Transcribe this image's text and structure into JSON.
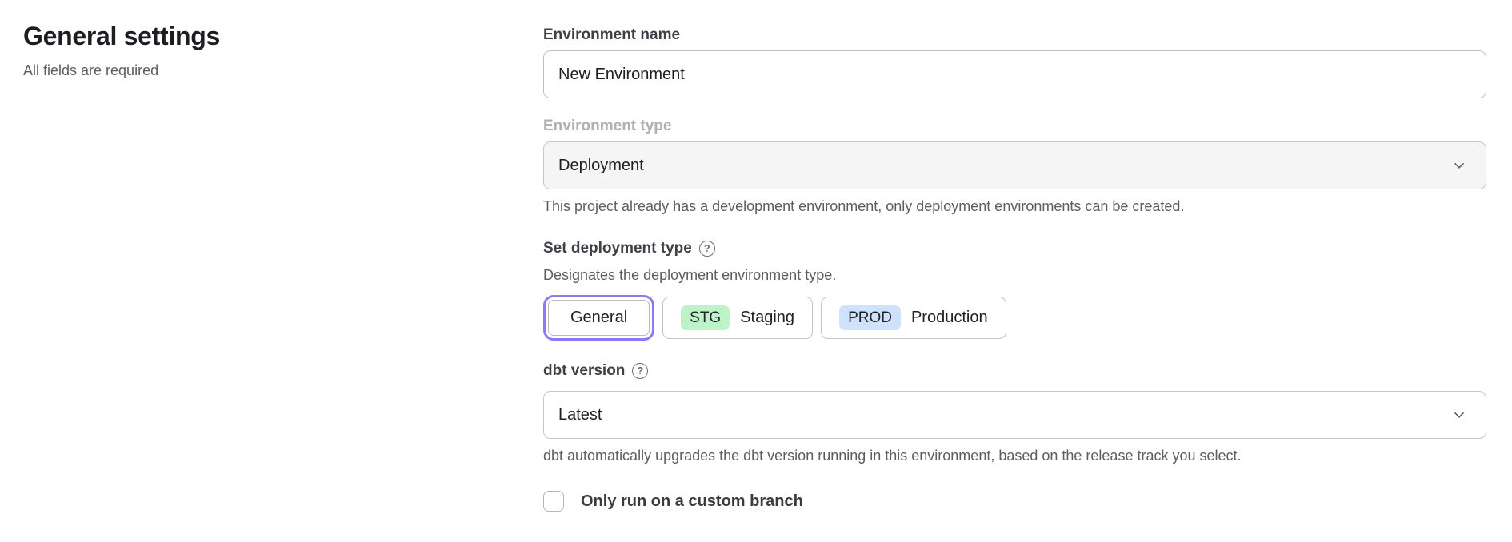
{
  "page": {
    "title": "General settings",
    "subtitle": "All fields are required"
  },
  "form": {
    "environment_name": {
      "label": "Environment name",
      "value": "New Environment"
    },
    "environment_type": {
      "label": "Environment type",
      "value": "Deployment",
      "disabled": true,
      "helper": "This project already has a development environment, only deployment environments can be created."
    },
    "deployment_type": {
      "label": "Set deployment type",
      "description": "Designates the deployment environment type.",
      "options": [
        {
          "label": "General",
          "selected": true
        },
        {
          "badge": "STG",
          "label": "Staging",
          "badge_bg": "#bef2c8"
        },
        {
          "badge": "PROD",
          "label": "Production",
          "badge_bg": "#cfe1fb"
        }
      ]
    },
    "dbt_version": {
      "label": "dbt version",
      "value": "Latest",
      "helper": "dbt automatically upgrades the dbt version running in this environment, based on the release track you select."
    },
    "custom_branch": {
      "label": "Only run on a custom branch",
      "checked": false
    }
  },
  "icons": {
    "help_glyph": "?"
  },
  "colors": {
    "focus_ring": "#897bf0",
    "staging_badge_bg": "#bef2c8",
    "production_badge_bg": "#cfe1fb",
    "disabled_select_bg": "#f5f5f6",
    "helper_text": "#5c5c62",
    "disabled_label": "#b3aeaf",
    "input_border": "#bdbdc3"
  }
}
